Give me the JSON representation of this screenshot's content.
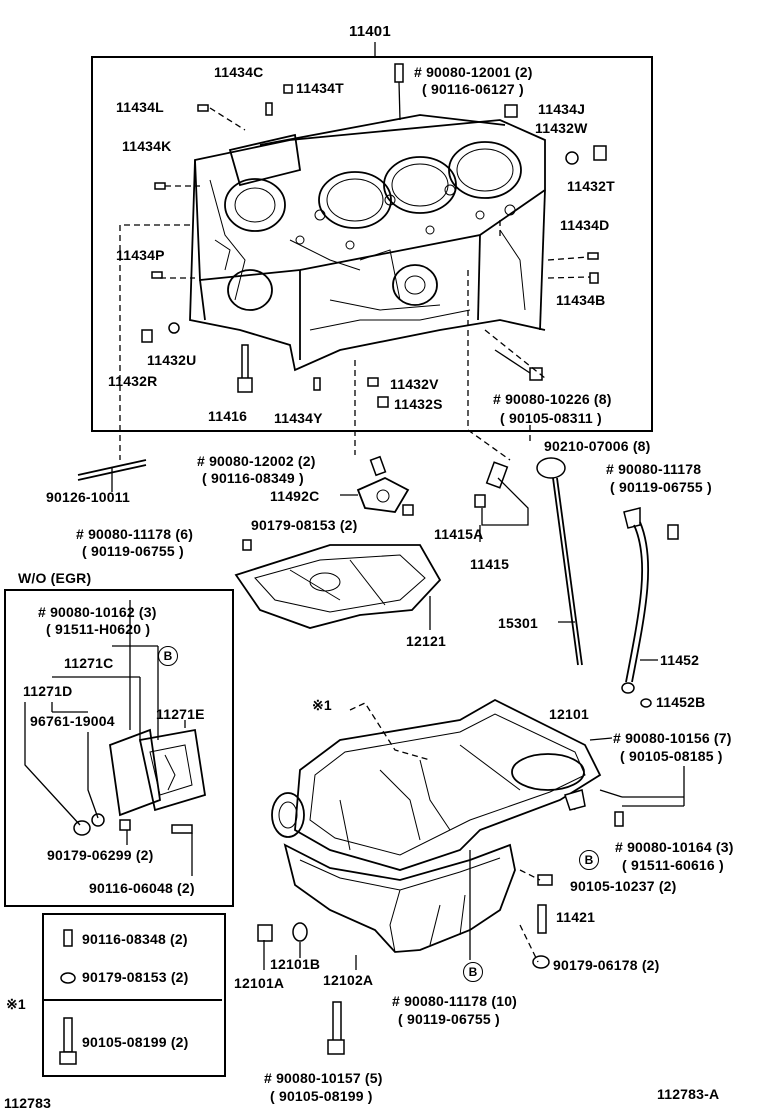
{
  "diagram_labels": {
    "block_main": "11401",
    "l_11434C": "11434C",
    "l_11434T": "11434T",
    "l_11434L": "11434L",
    "l_11434K": "11434K",
    "l_11434P": "11434P",
    "l_11432U": "11432U",
    "l_11432R": "11432R",
    "l_11416": "11416",
    "l_11434Y": "11434Y",
    "l_11432V": "11432V",
    "l_11432S": "11432S",
    "l_11434J": "11434J",
    "l_11432W": "11432W",
    "l_11432T": "11432T",
    "l_11434D": "11434D",
    "l_11434B": "11434B",
    "l_90080_12001": "# 90080-12001 (2)",
    "l_90116_06127": "( 90116-06127 )",
    "l_90080_10226": "# 90080-10226 (8)",
    "l_90105_08311": "( 90105-08311 )",
    "l_90210_07006": "90210-07006 (8)",
    "l_90126_10011": "90126-10011",
    "l_90080_12002": "# 90080-12002 (2)",
    "l_90116_08349": "( 90116-08349 )",
    "l_11492C": "11492C",
    "l_90179_08153a": "90179-08153 (2)",
    "l_11415A": "11415A",
    "l_11415": "11415",
    "l_90080_11178a": "# 90080-11178",
    "l_90119_06755a": "( 90119-06755 )",
    "l_90080_11178b": "# 90080-11178 (6)",
    "l_90119_06755b": "( 90119-06755 )",
    "l_12121": "12121",
    "l_15301": "15301",
    "l_11452": "11452",
    "l_11452B": "11452B",
    "l_12101": "12101",
    "l_mark1": "※1",
    "l_90080_10156": "# 90080-10156 (7)",
    "l_90105_08185": "( 90105-08185 )",
    "l_90080_10164": "# 90080-10164 (3)",
    "l_91511_60616": "( 91511-60616 )",
    "l_circleB1": "B",
    "l_90105_10237": "90105-10237 (2)",
    "l_11421": "11421",
    "l_90179_06178": "90179-06178 (2)",
    "l_12101B": "12101B",
    "l_12101A": "12101A",
    "l_12102A": "12102A",
    "l_circleB2": "B",
    "l_90080_11178c": "# 90080-11178 (10)",
    "l_90119_06755c": "( 90119-06755 )",
    "l_90080_10157": "# 90080-10157 (5)",
    "l_90105_08199b": "( 90105-08199 )",
    "l_112783": "112783",
    "l_112783A": "112783-A"
  },
  "egr_box": {
    "title": "W/O (EGR)",
    "l_90080_10162": "# 90080-10162 (3)",
    "l_91511_H0620": "( 91511-H0620 )",
    "l_circleB": "B",
    "l_11271C": "11271C",
    "l_11271D": "11271D",
    "l_96761_19004": "96761-19004",
    "l_11271E": "11271E",
    "l_90179_06299": "90179-06299 (2)",
    "l_90116_06048": "90116-06048 (2)"
  },
  "note_box": {
    "mark": "※1",
    "l_90116_08348": "90116-08348 (2)",
    "l_90179_08153": "90179-08153 (2)",
    "l_90105_08199": "90105-08199 (2)"
  }
}
